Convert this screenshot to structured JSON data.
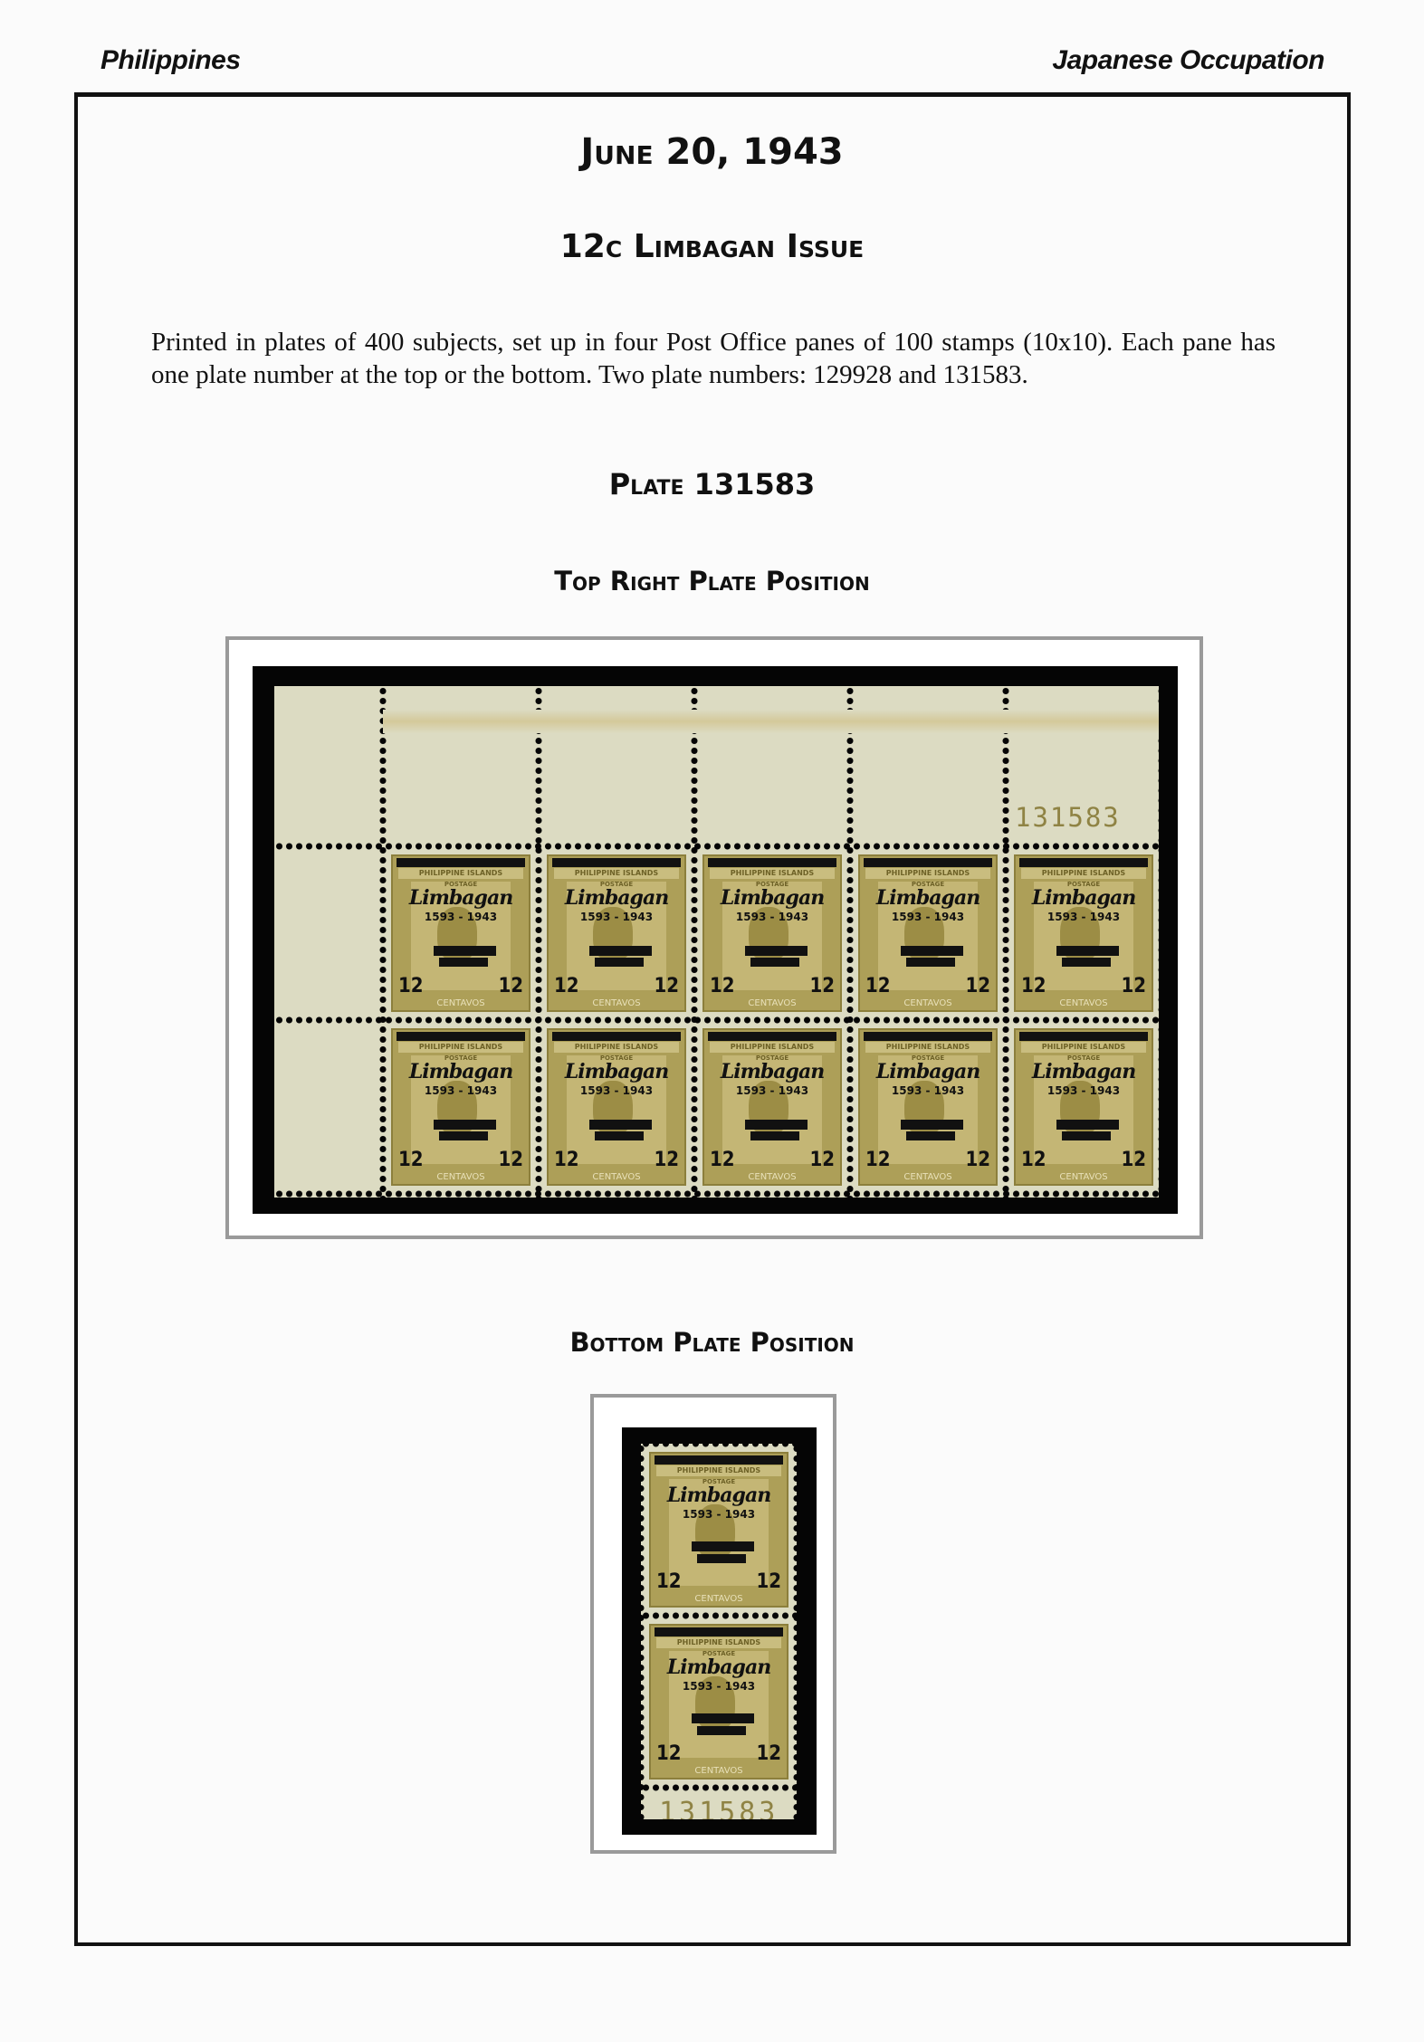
{
  "header": {
    "left": "Philippines",
    "right": "Japanese Occupation"
  },
  "title": "June 20, 1943",
  "subtitle": "12c Limbagan Issue",
  "description": "Printed in plates of 400 subjects, set up in four Post Office panes of 100 stamps (10x10). Each pane has one plate number at the top or the bottom. Two plate numbers: 129928 and 131583.",
  "plate_heading": "Plate 131583",
  "sections": [
    {
      "heading": "Top Right Plate Position",
      "plate_number": "131583",
      "rows": 2,
      "cols": 5
    },
    {
      "heading": "Bottom Plate Position",
      "plate_number": "131583",
      "rows": 2,
      "cols": 1
    }
  ],
  "stamp": {
    "country": "PHILIPPINE ISLANDS",
    "postage": "POSTAGE",
    "overprint": "Limbagan",
    "years": "1593 - 1943",
    "value": "12",
    "currency": "CENTAVOS",
    "color": "#ad9f58"
  }
}
